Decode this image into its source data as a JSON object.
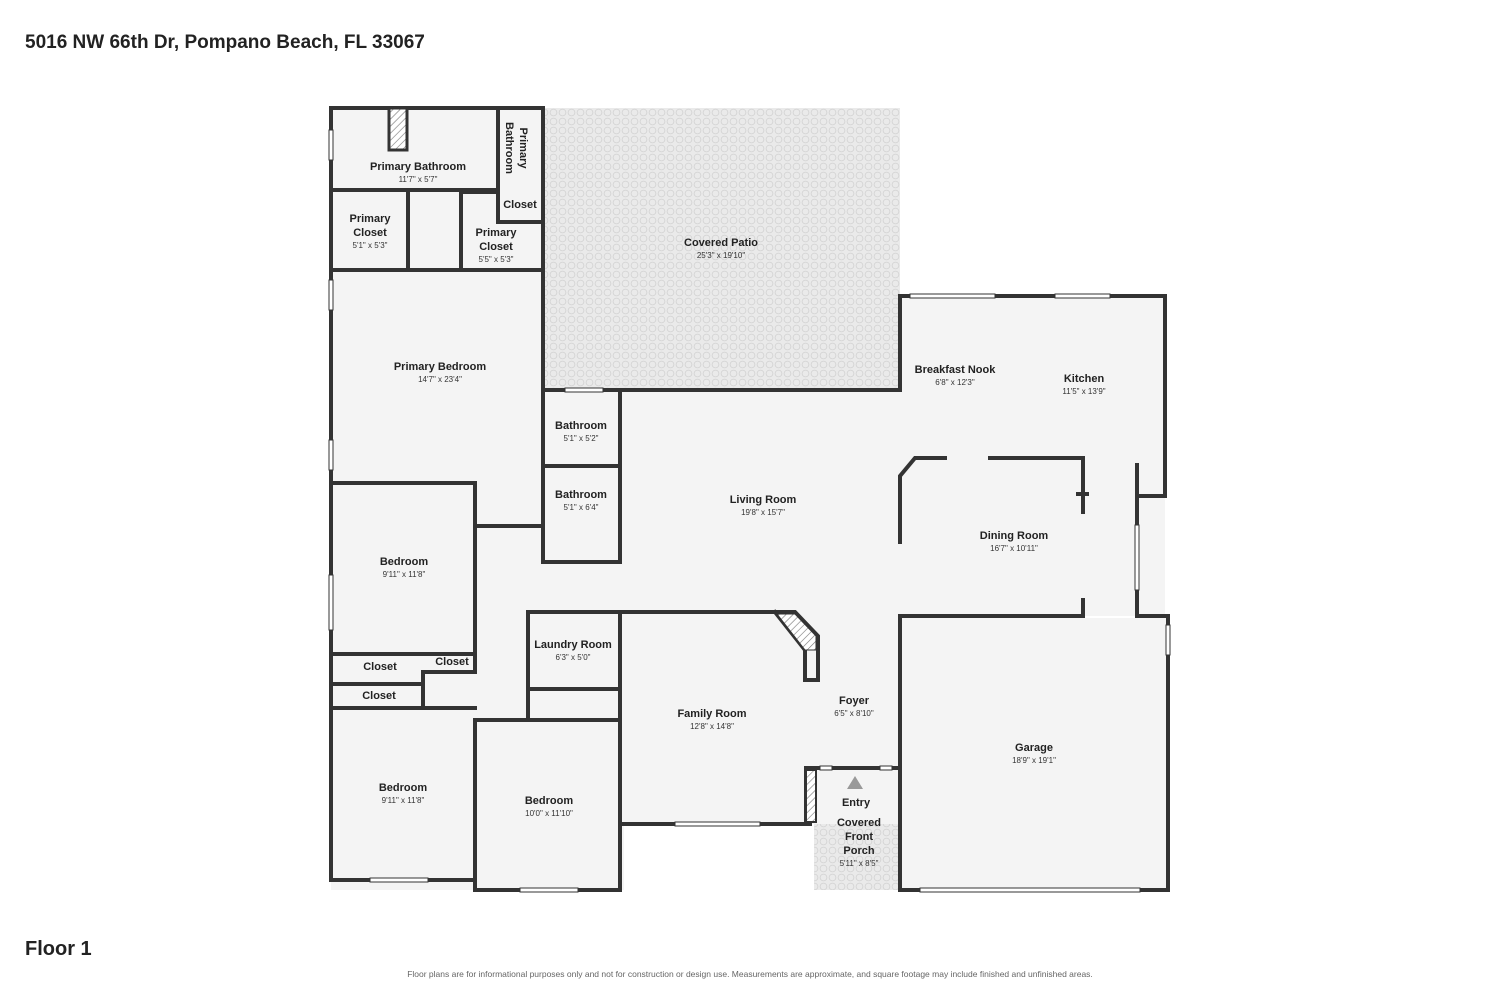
{
  "header": {
    "address": "5016 NW 66th Dr, Pompano Beach, FL 33067"
  },
  "footer": {
    "floor_label": "Floor 1",
    "disclaimer": "Floor plans are for informational purposes only and not for construction or design use. Measurements are approximate, and square footage may include finished and unfinished areas."
  },
  "rooms": [
    {
      "id": "primary-bathroom",
      "name": "Primary Bathroom",
      "dims": "11'7\" x 5'7\""
    },
    {
      "id": "primary-bathroom-wc",
      "name": "Primary Bathroom",
      "dims": ""
    },
    {
      "id": "closet-top",
      "name": "Closet",
      "dims": ""
    },
    {
      "id": "primary-closet-left",
      "name": "Primary Closet",
      "dims": "5'1\" x 5'3\""
    },
    {
      "id": "primary-closet-right",
      "name": "Primary Closet",
      "dims": "5'5\" x 5'3\""
    },
    {
      "id": "covered-patio",
      "name": "Covered Patio",
      "dims": "25'3\" x 19'10\""
    },
    {
      "id": "primary-bedroom",
      "name": "Primary Bedroom",
      "dims": "14'7\" x 23'4\""
    },
    {
      "id": "breakfast-nook",
      "name": "Breakfast Nook",
      "dims": "6'8\" x 12'3\""
    },
    {
      "id": "kitchen",
      "name": "Kitchen",
      "dims": "11'5\" x 13'9\""
    },
    {
      "id": "bathroom-1",
      "name": "Bathroom",
      "dims": "5'1\" x 5'2\""
    },
    {
      "id": "bathroom-2",
      "name": "Bathroom",
      "dims": "5'1\" x 6'4\""
    },
    {
      "id": "living-room",
      "name": "Living Room",
      "dims": "19'8\" x 15'7\""
    },
    {
      "id": "dining-room",
      "name": "Dining Room",
      "dims": "16'7\" x 10'11\""
    },
    {
      "id": "bedroom-1",
      "name": "Bedroom",
      "dims": "9'11\" x 11'8\""
    },
    {
      "id": "laundry-room",
      "name": "Laundry Room",
      "dims": "6'3\" x 5'0\""
    },
    {
      "id": "closet-1",
      "name": "Closet",
      "dims": ""
    },
    {
      "id": "closet-2",
      "name": "Closet",
      "dims": ""
    },
    {
      "id": "closet-3",
      "name": "Closet",
      "dims": ""
    },
    {
      "id": "foyer",
      "name": "Foyer",
      "dims": "6'5\" x 8'10\""
    },
    {
      "id": "family-room",
      "name": "Family Room",
      "dims": "12'8\" x 14'8\""
    },
    {
      "id": "garage",
      "name": "Garage",
      "dims": "18'9\" x 19'1\""
    },
    {
      "id": "bedroom-2",
      "name": "Bedroom",
      "dims": "9'11\" x 11'8\""
    },
    {
      "id": "bedroom-3",
      "name": "Bedroom",
      "dims": "10'0\" x 11'10\""
    },
    {
      "id": "entry",
      "name": "Entry",
      "dims": ""
    },
    {
      "id": "covered-front-porch",
      "name": "Covered Front Porch",
      "dims": "5'11\" x 8'5\""
    }
  ],
  "colors": {
    "wall": "#333333",
    "floor": "#f4f4f4",
    "patio": "#e8e8e8",
    "window": "#ffffff"
  }
}
